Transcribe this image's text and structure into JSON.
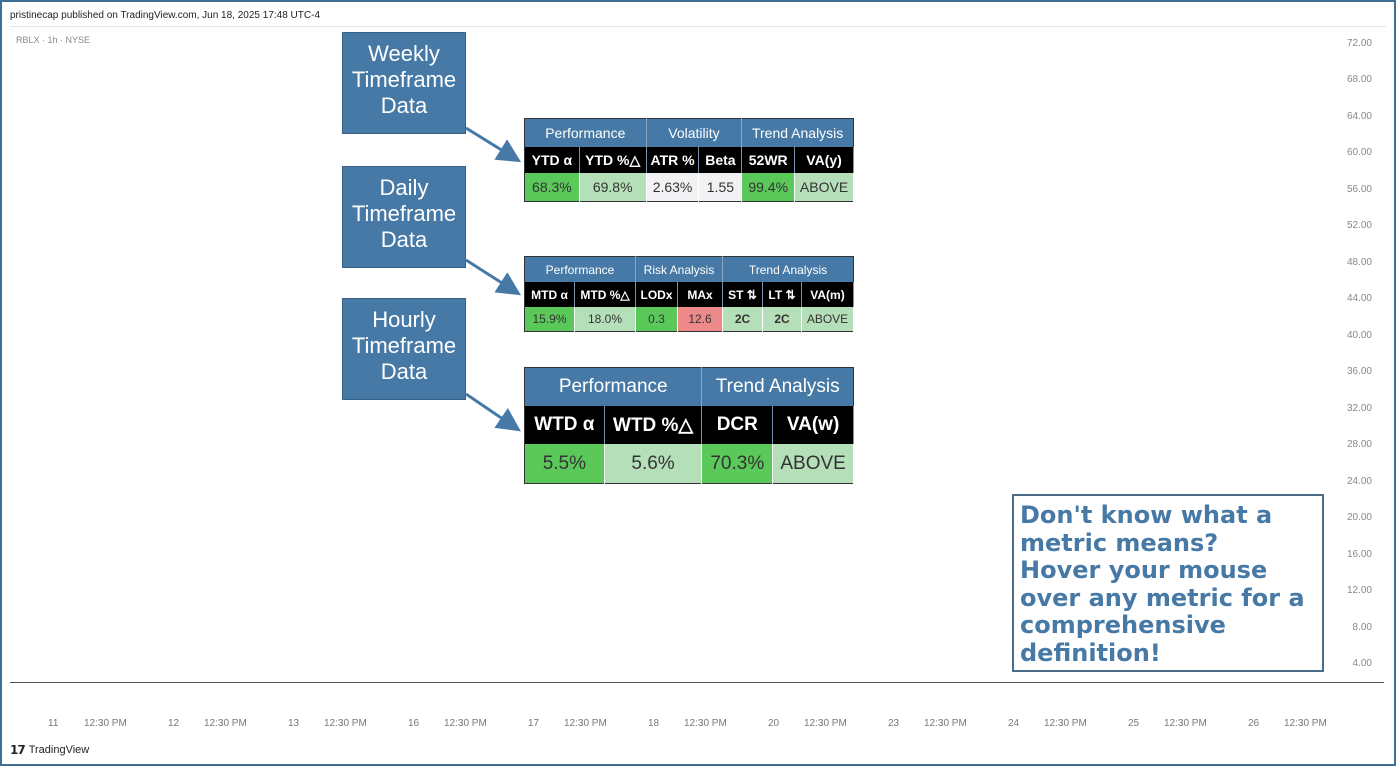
{
  "header": {
    "published": "pristinecap published on TradingView.com, Jun 18, 2025 17:48 UTC-4",
    "symbol": "RBLX · 1h · NYSE"
  },
  "price_axis": [
    "72.00",
    "68.00",
    "64.00",
    "60.00",
    "56.00",
    "52.00",
    "48.00",
    "44.00",
    "40.00",
    "36.00",
    "32.00",
    "28.00",
    "24.00",
    "20.00",
    "16.00",
    "12.00",
    "8.00",
    "4.00"
  ],
  "time_axis": [
    "11",
    "12:30 PM",
    "12",
    "12:30 PM",
    "13",
    "12:30 PM",
    "16",
    "12:30 PM",
    "17",
    "12:30 PM",
    "18",
    "12:30 PM",
    "20",
    "12:30 PM",
    "23",
    "12:30 PM",
    "24",
    "12:30 PM",
    "25",
    "12:30 PM",
    "26",
    "12:30 PM"
  ],
  "callouts": {
    "weekly": [
      "Weekly",
      "Timeframe",
      "Data"
    ],
    "daily": [
      "Daily",
      "Timeframe",
      "Data"
    ],
    "hourly": [
      "Hourly",
      "Timeframe",
      "Data"
    ]
  },
  "weekly_table": {
    "groups": [
      "Performance",
      "Volatility",
      "Trend Analysis"
    ],
    "headers": [
      "YTD α",
      "YTD %△",
      "ATR %",
      "Beta",
      "52WR",
      "VA(y)"
    ],
    "values": [
      "68.3%",
      "69.8%",
      "2.63%",
      "1.55",
      "99.4%",
      "ABOVE"
    ]
  },
  "daily_table": {
    "groups": [
      "Performance",
      "Risk Analysis",
      "Trend Analysis"
    ],
    "headers": [
      "MTD α",
      "MTD %△",
      "LODx",
      "MAx",
      "ST ⇅",
      "LT ⇅",
      "VA(m)"
    ],
    "values": [
      "15.9%",
      "18.0%",
      "0.3",
      "12.6",
      "2C",
      "2C",
      "ABOVE"
    ]
  },
  "hourly_table": {
    "groups": [
      "Performance",
      "Trend Analysis"
    ],
    "headers": [
      "WTD α",
      "WTD %△",
      "DCR",
      "VA(w)"
    ],
    "values": [
      "5.5%",
      "5.6%",
      "70.3%",
      "ABOVE"
    ]
  },
  "hover_note": {
    "lines": [
      "Don't know what a",
      "metric means?",
      "Hover your mouse",
      "over any metric for a",
      "comprehensive",
      "definition!"
    ]
  },
  "footer": {
    "brand": "TradingView"
  },
  "colors": {
    "header_blue": "#4679a5",
    "strong_green": "#5ac95a",
    "light_green": "#b4dfb8",
    "red": "#ec8a8a",
    "neutral": "#f2f2f4"
  }
}
